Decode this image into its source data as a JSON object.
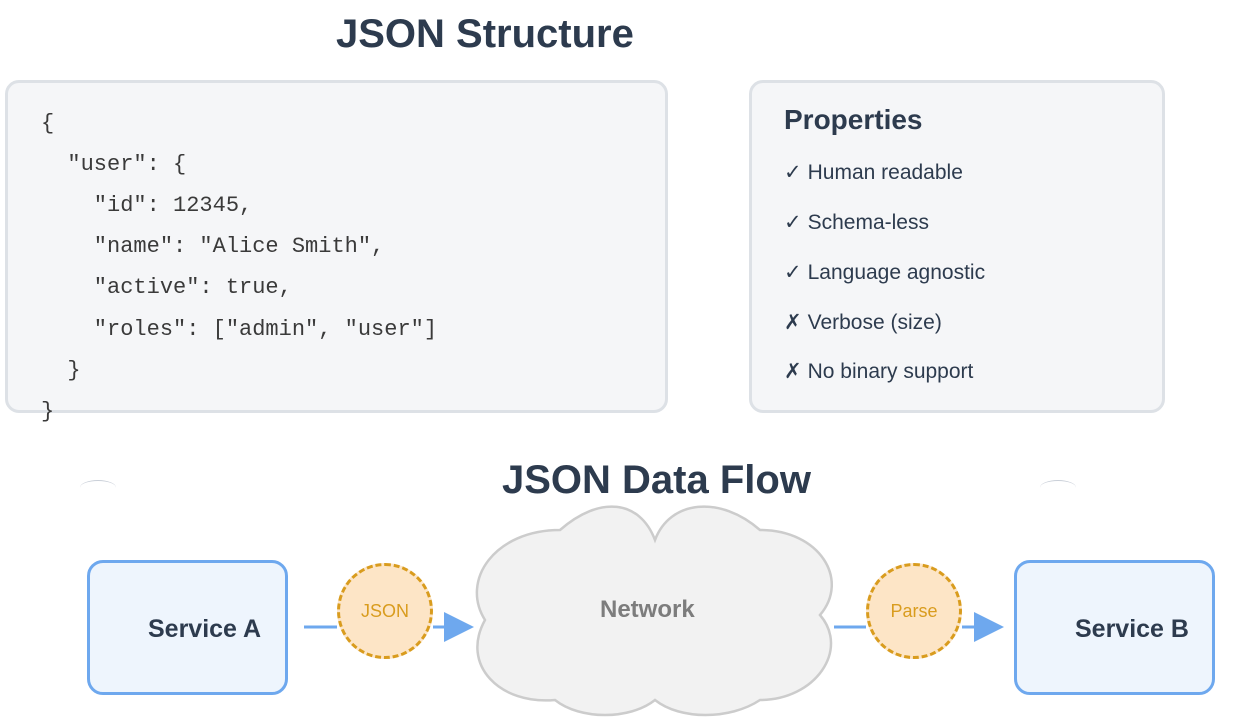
{
  "structure": {
    "title": "JSON Structure",
    "code_lines": [
      "{",
      "  \"user\": {",
      "    \"id\": 12345,",
      "    \"name\": \"Alice Smith\",",
      "    \"active\": true,",
      "    \"roles\": [\"admin\", \"user\"]",
      "  }",
      "}"
    ]
  },
  "properties": {
    "title": "Properties",
    "items": [
      {
        "mark": "✓",
        "label": "Human readable",
        "kind": "pro"
      },
      {
        "mark": "✓",
        "label": "Schema-less",
        "kind": "pro"
      },
      {
        "mark": "✓",
        "label": "Language agnostic",
        "kind": "pro"
      },
      {
        "mark": "✗",
        "label": "Verbose (size)",
        "kind": "con"
      },
      {
        "mark": "✗",
        "label": "No binary support",
        "kind": "con"
      }
    ]
  },
  "flow": {
    "title": "JSON Data Flow",
    "service_a": "Service A",
    "service_b": "Service B",
    "cloud": "Network",
    "bubble_1": "JSON",
    "bubble_2": "Parse"
  },
  "colors": {
    "title": "#2d3b4e",
    "panel_bg": "#f5f6f8",
    "panel_border": "#dde1e6",
    "service_border": "#6ea8ee",
    "service_bg": "#eef5fd",
    "arrow": "#6ea8ee",
    "bubble_border": "#d99c1e",
    "bubble_bg": "#fde5c6",
    "cloud_fill": "#f2f2f2",
    "cloud_stroke": "#cccccc"
  }
}
